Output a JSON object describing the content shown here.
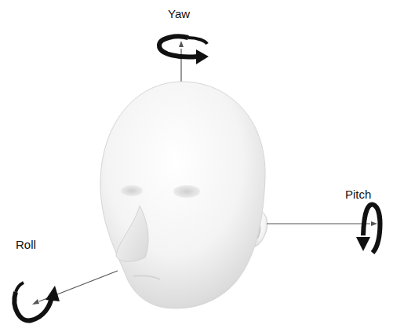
{
  "diagram": {
    "labels": [
      "Yaw",
      "Pitch",
      "Roll"
    ]
  }
}
